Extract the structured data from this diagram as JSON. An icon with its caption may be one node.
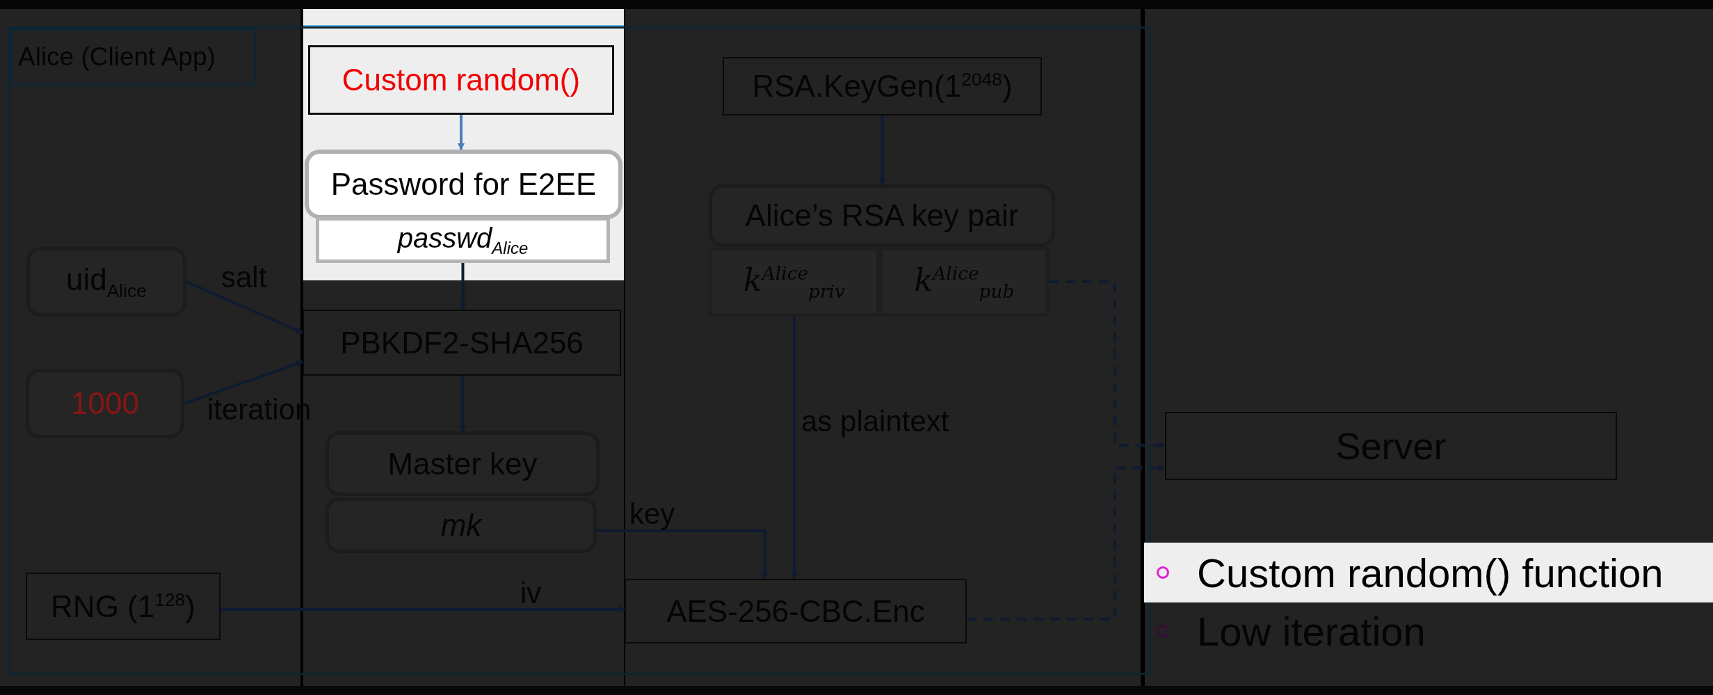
{
  "diagram": {
    "nodes": [
      {
        "text": [
          "Alice (Client App)"
        ]
      },
      {
        "text": [
          "Custom random()"
        ],
        "in": 0
      },
      {
        "text": [
          "Password for E2EE"
        ],
        "in": 0
      },
      {
        "text": [
          "passwd$_{Alice}$"
        ],
        "in": 0
      },
      {
        "text": [
          "uid$_{Alice}$"
        ],
        "in": 0
      },
      {
        "text": [
          "1000"
        ],
        "in": 0
      },
      {
        "text": [
          "PBKDF2-SHA256"
        ],
        "in": 0
      },
      {
        "text": [
          "Master key"
        ],
        "in": 0
      },
      {
        "text": [
          "mk"
        ],
        "in": 0
      },
      {
        "text": [
          "RNG (1$^{128}$)"
        ],
        "in": 0
      },
      {
        "text": [
          "RSA.KeyGen(1$^{2048}$)"
        ],
        "in": 0
      },
      {
        "text": [
          "Alice’s RSA key pair"
        ],
        "in": 0
      },
      {
        "text": [
          "k$^{Alice}$$_{priv}$"
        ],
        "in": 0
      },
      {
        "text": [
          "k$^{Alice}$$_{pub}$"
        ],
        "in": 0
      },
      {
        "text": [
          "AES-256-CBC.Enc"
        ],
        "in": 0
      },
      {
        "text": [
          "Server"
        ]
      }
    ],
    "edges": [
      {
        "from": 1,
        "to": 2,
        "arrow": "to",
        "color": "#4a7ebb"
      },
      {
        "from": 4,
        "to": 6,
        "arrow": "to",
        "label": "salt"
      },
      {
        "from": 5,
        "to": 6,
        "arrow": "to",
        "label": "iteration"
      },
      {
        "from": 3,
        "to": 6,
        "arrow": "to"
      },
      {
        "from": 6,
        "to": 7,
        "arrow": "to"
      },
      {
        "from": 8,
        "to": 14,
        "arrow": "to",
        "label": "key"
      },
      {
        "from": 9,
        "to": 14,
        "arrow": "to",
        "label": "iv"
      },
      {
        "from": 10,
        "to": 11,
        "arrow": "to"
      },
      {
        "from": 12,
        "to": 14,
        "arrow": "to",
        "label": "as plaintext"
      },
      {
        "from": 13,
        "to": 15,
        "arrow": "to",
        "style": "dashed"
      },
      {
        "from": 14,
        "to": 15,
        "arrow": "to",
        "style": "dashed"
      }
    ],
    "labels": [
      "Custom random() function",
      "Low iteration"
    ]
  }
}
